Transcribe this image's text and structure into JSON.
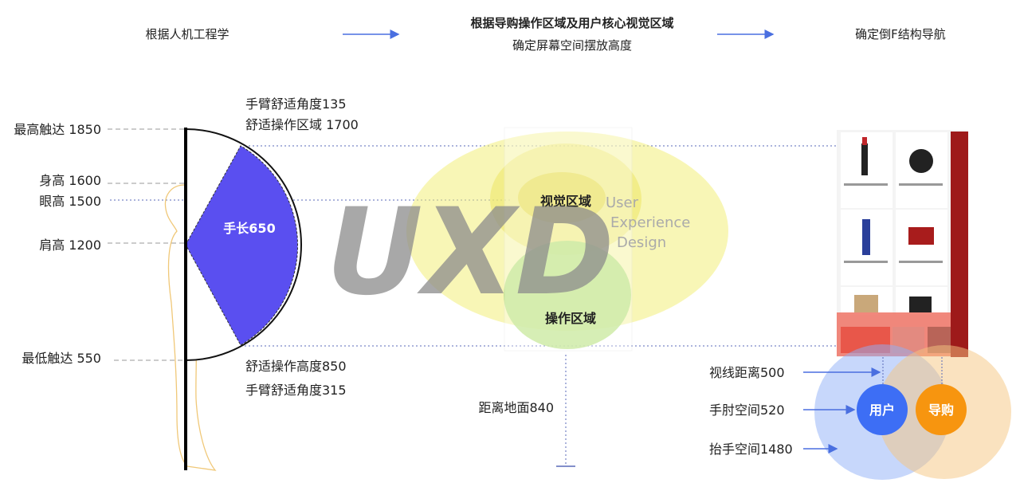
{
  "header": {
    "step1": "根据人机工程学",
    "step2_line1": "根据导购操作区域及用户核心视觉区域",
    "step2_line2": "确定屏幕空间摆放高度",
    "step3": "确定倒F结构导航"
  },
  "left": {
    "max_reach": "最高触达 1850",
    "height": "身高 1600",
    "eye_height": "眼高 1500",
    "shoulder_height": "肩高 1200",
    "min_reach": "最低触达 550",
    "arm_angle_top": "手臂舒适角度135",
    "comfort_zone": "舒适操作区域 1700",
    "comfort_height": "舒适操作高度850",
    "arm_angle_bottom": "手臂舒适角度315",
    "arm_length": "手长650"
  },
  "middle": {
    "visual_zone": "视觉区域",
    "operation_zone": "操作区域",
    "ground_distance": "距离地面840",
    "watermark": "UXD",
    "watermark_sub": [
      "User",
      "Experience",
      "Design"
    ]
  },
  "right": {
    "sight_distance": "视线距离500",
    "elbow_space": "手肘空间520",
    "raise_space": "抬手空间1480",
    "user": "用户",
    "guide": "导购"
  },
  "colors": {
    "sector": "#5a4ff0",
    "user": "#3d6ef5",
    "guide": "#f7950f",
    "yellow": "#f3ee7a",
    "green": "#b5e07a",
    "nav_red": "#9e1a1a",
    "arrow": "#4a6fe0"
  }
}
